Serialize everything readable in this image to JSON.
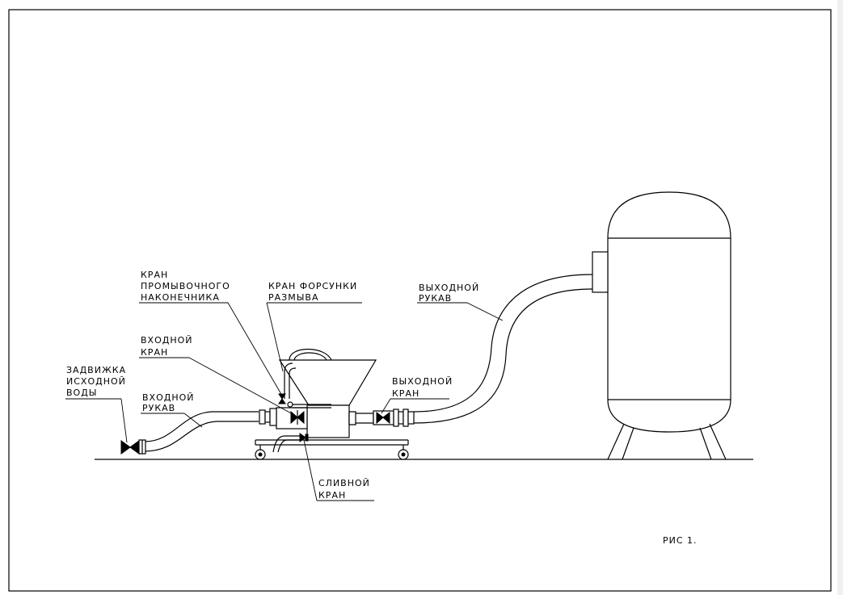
{
  "labels": {
    "flush_valve_1": "КРАН",
    "flush_valve_2": "ПРОМЫВОЧНОГО",
    "flush_valve_3": "НАКОНЕЧНИКА",
    "nozzle_valve_1": "КРАН ФОРСУНКИ",
    "nozzle_valve_2": "РАЗМЫВА",
    "outlet_hose_1": "ВЫХОДНОЙ",
    "outlet_hose_2": "РУКАВ",
    "inlet_valve_1": "ВХОДНОЙ",
    "inlet_valve_2": "КРАН",
    "gate_valve_1": "ЗАДВИЖКА",
    "gate_valve_2": "ИСХОДНОЙ",
    "gate_valve_3": "ВОДЫ",
    "inlet_hose_1": "ВХОДНОЙ",
    "inlet_hose_2": "РУКАВ",
    "outlet_valve_1": "ВЫХОДНОЙ",
    "outlet_valve_2": "КРАН",
    "drain_valve_1": "СЛИВНОЙ",
    "drain_valve_2": "КРАН",
    "figure_caption": "РИС 1."
  },
  "colors": {
    "line": "#000000",
    "background": "#ffffff"
  }
}
